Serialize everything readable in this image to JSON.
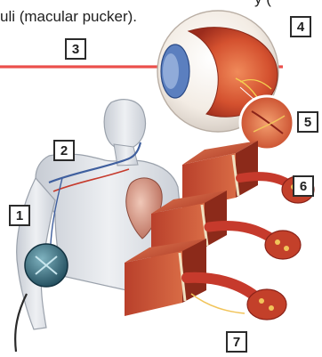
{
  "header": {
    "fragment": "y ( ",
    "caption": "uli (macular pucker)."
  },
  "callouts": {
    "c1": "1",
    "c2": "2",
    "c3": "3",
    "c4": "4",
    "c5": "5",
    "c6": "6",
    "c7": "7"
  },
  "colors": {
    "laser": "#e0282a",
    "vessel_red": "#c63a2c",
    "vessel_blue": "#3f5f9e",
    "tissue": "#c6563a",
    "sclera": "#f3ece4",
    "body": "#d8dce2"
  }
}
